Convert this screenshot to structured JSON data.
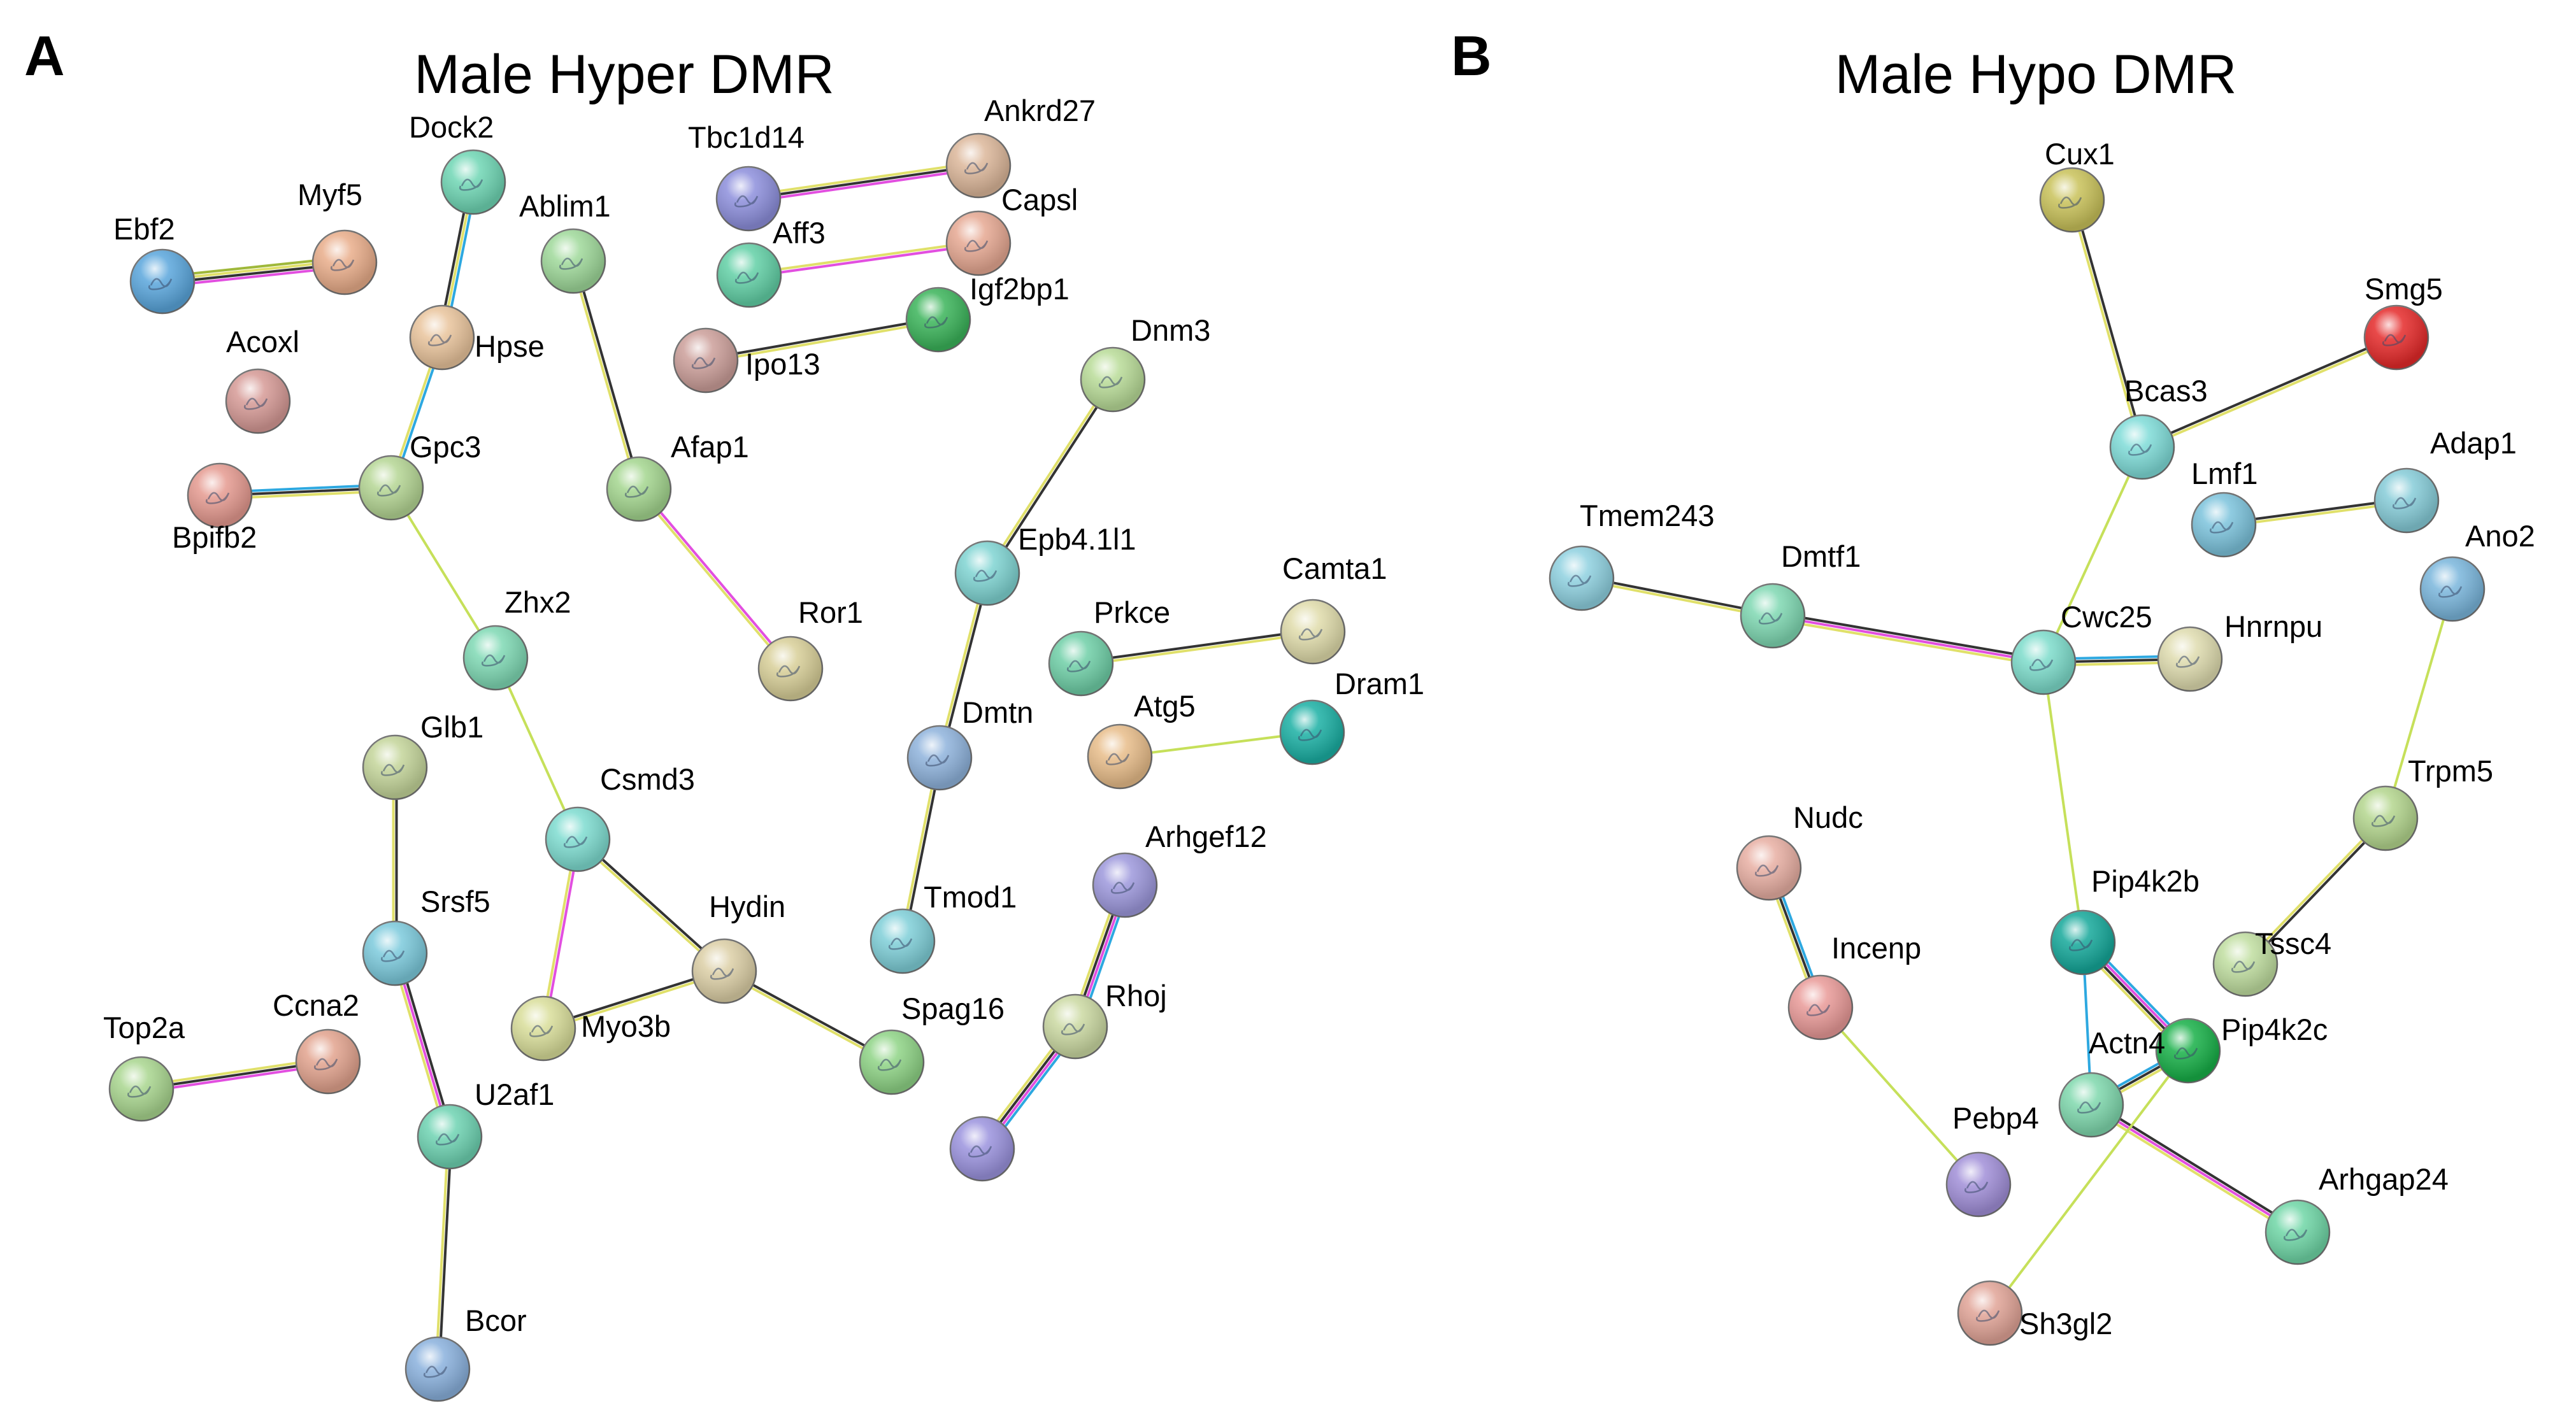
{
  "panels": [
    {
      "id": "A",
      "letter": "A",
      "title": "Male Hyper DMR",
      "nodes": [
        {
          "id": "ebf2",
          "label": "Ebf2",
          "color": "#5aa6dc"
        },
        {
          "id": "myf5",
          "label": "Myf5",
          "color": "#e9ad8a"
        },
        {
          "id": "dock2",
          "label": "Dock2",
          "color": "#6fd6b4"
        },
        {
          "id": "ablim1",
          "label": "Ablim1",
          "color": "#9fd99a"
        },
        {
          "id": "tbc1d14",
          "label": "Tbc1d14",
          "color": "#8d8fdc"
        },
        {
          "id": "ankrd27",
          "label": "Ankrd27",
          "color": "#dcb79a"
        },
        {
          "id": "capsl",
          "label": "Capsl",
          "color": "#e6a892"
        },
        {
          "id": "aff3",
          "label": "Aff3",
          "color": "#62d0a6"
        },
        {
          "id": "igf2bp1",
          "label": "Igf2bp1",
          "color": "#3bb45a"
        },
        {
          "id": "ipo13",
          "label": "Ipo13",
          "color": "#cc9f9a"
        },
        {
          "id": "acoxl",
          "label": "Acoxl",
          "color": "#d69a96"
        },
        {
          "id": "hpse",
          "label": "Hpse",
          "color": "#e9c49c"
        },
        {
          "id": "gpc3",
          "label": "Gpc3",
          "color": "#b5d694"
        },
        {
          "id": "bpifb2",
          "label": "Bpifb2",
          "color": "#e59a90"
        },
        {
          "id": "afap1",
          "label": "Afap1",
          "color": "#a4d68f"
        },
        {
          "id": "dnm3",
          "label": "Dnm3",
          "color": "#b9dc98"
        },
        {
          "id": "zhx2",
          "label": "Zhx2",
          "color": "#7fd9b4"
        },
        {
          "id": "ror1",
          "label": "Ror1",
          "color": "#d8cf98"
        },
        {
          "id": "epb41l1",
          "label": "Epb4.1l1",
          "color": "#7fd4d2"
        },
        {
          "id": "camta1",
          "label": "Camta1",
          "color": "#e0dcab"
        },
        {
          "id": "prkce",
          "label": "Prkce",
          "color": "#6fcfa7"
        },
        {
          "id": "dram1",
          "label": "Dram1",
          "color": "#1bb0a4"
        },
        {
          "id": "atg5",
          "label": "Atg5",
          "color": "#e8bd8a"
        },
        {
          "id": "dmtn",
          "label": "Dmtn",
          "color": "#8fb3dc"
        },
        {
          "id": "glb1",
          "label": "Glb1",
          "color": "#c4d59a"
        },
        {
          "id": "csmd3",
          "label": "Csmd3",
          "color": "#7edcd0"
        },
        {
          "id": "srsf5",
          "label": "Srsf5",
          "color": "#7ccadc"
        },
        {
          "id": "hydin",
          "label": "Hydin",
          "color": "#dccfa6"
        },
        {
          "id": "tmod1",
          "label": "Tmod1",
          "color": "#7fcfd8"
        },
        {
          "id": "arhgef12",
          "label": "Arhgef12",
          "color": "#9d98dc"
        },
        {
          "id": "myo3b",
          "label": "Myo3b",
          "color": "#d9de9a"
        },
        {
          "id": "spag16",
          "label": "Spag16",
          "color": "#8fd486"
        },
        {
          "id": "rhoj",
          "label": "Rhoj",
          "color": "#cbd9a2"
        },
        {
          "id": "unlabeled",
          "label": "",
          "color": "#9b93de"
        },
        {
          "id": "top2a",
          "label": "Top2a",
          "color": "#a9d68f"
        },
        {
          "id": "ccna2",
          "label": "Ccna2",
          "color": "#e2a38e"
        },
        {
          "id": "u2af1",
          "label": "U2af1",
          "color": "#6ed3b2"
        },
        {
          "id": "bcor",
          "label": "Bcor",
          "color": "#8ab1dd"
        }
      ],
      "edges": [
        {
          "from": "ebf2",
          "to": "myf5",
          "colors": [
            "#9fb83a",
            "#e0e06a",
            "#333333",
            "#e24fe0"
          ]
        },
        {
          "from": "dock2",
          "to": "hpse",
          "colors": [
            "#2da8e0",
            "#e0e06a",
            "#333333"
          ]
        },
        {
          "from": "hpse",
          "to": "gpc3",
          "colors": [
            "#2da8e0",
            "#e0e06a"
          ]
        },
        {
          "from": "bpifb2",
          "to": "gpc3",
          "colors": [
            "#2da8e0",
            "#333333",
            "#e0e06a"
          ]
        },
        {
          "from": "gpc3",
          "to": "zhx2",
          "colors": [
            "#c6e05a"
          ]
        },
        {
          "from": "zhx2",
          "to": "csmd3",
          "colors": [
            "#c6e05a"
          ]
        },
        {
          "from": "ablim1",
          "to": "afap1",
          "colors": [
            "#333333",
            "#e0e06a"
          ]
        },
        {
          "from": "afap1",
          "to": "ror1",
          "colors": [
            "#e24fe0",
            "#e0e06a"
          ]
        },
        {
          "from": "tbc1d14",
          "to": "ankrd27",
          "colors": [
            "#e0e06a",
            "#333333",
            "#e24fe0"
          ]
        },
        {
          "from": "aff3",
          "to": "capsl",
          "colors": [
            "#e0e06a",
            "#e24fe0"
          ]
        },
        {
          "from": "ipo13",
          "to": "igf2bp1",
          "colors": [
            "#333333",
            "#e0e06a"
          ]
        },
        {
          "from": "dnm3",
          "to": "epb41l1",
          "colors": [
            "#333333",
            "#e0e06a"
          ]
        },
        {
          "from": "epb41l1",
          "to": "dmtn",
          "colors": [
            "#333333",
            "#e0e06a"
          ]
        },
        {
          "from": "dmtn",
          "to": "tmod1",
          "colors": [
            "#333333",
            "#e0e06a"
          ]
        },
        {
          "from": "prkce",
          "to": "camta1",
          "colors": [
            "#333333",
            "#e0e06a"
          ]
        },
        {
          "from": "atg5",
          "to": "dram1",
          "colors": [
            "#c6e05a"
          ]
        },
        {
          "from": "glb1",
          "to": "srsf5",
          "colors": [
            "#333333",
            "#e0e06a"
          ]
        },
        {
          "from": "srsf5",
          "to": "u2af1",
          "colors": [
            "#333333",
            "#e24fe0",
            "#e0e06a"
          ]
        },
        {
          "from": "u2af1",
          "to": "bcor",
          "colors": [
            "#333333",
            "#e0e06a"
          ]
        },
        {
          "from": "top2a",
          "to": "ccna2",
          "colors": [
            "#e0e06a",
            "#333333",
            "#e24fe0"
          ]
        },
        {
          "from": "csmd3",
          "to": "hydin",
          "colors": [
            "#333333",
            "#e0e06a"
          ]
        },
        {
          "from": "csmd3",
          "to": "myo3b",
          "colors": [
            "#e24fe0",
            "#e0e06a"
          ]
        },
        {
          "from": "hydin",
          "to": "myo3b",
          "colors": [
            "#e0e06a",
            "#333333"
          ]
        },
        {
          "from": "hydin",
          "to": "spag16",
          "colors": [
            "#333333",
            "#e0e06a"
          ]
        },
        {
          "from": "arhgef12",
          "to": "rhoj",
          "colors": [
            "#2da8e0",
            "#e24fe0",
            "#333333",
            "#e0e06a"
          ]
        },
        {
          "from": "rhoj",
          "to": "unlabeled",
          "colors": [
            "#2da8e0",
            "#e24fe0",
            "#333333",
            "#e0e06a"
          ]
        }
      ]
    },
    {
      "id": "B",
      "letter": "B",
      "title": "Male Hypo DMR",
      "nodes": [
        {
          "id": "cux1",
          "label": "Cux1",
          "color": "#c9c25a"
        },
        {
          "id": "smg5",
          "label": "Smg5",
          "color": "#e52a2a"
        },
        {
          "id": "bcas3",
          "label": "Bcas3",
          "color": "#7fdcd8"
        },
        {
          "id": "adap1",
          "label": "Adap1",
          "color": "#86ccd8"
        },
        {
          "id": "lmf1",
          "label": "Lmf1",
          "color": "#7cc3dc"
        },
        {
          "id": "tmem243",
          "label": "Tmem243",
          "color": "#8fd1e0"
        },
        {
          "id": "ano2",
          "label": "Ano2",
          "color": "#7ab6dc"
        },
        {
          "id": "dmtf1",
          "label": "Dmtf1",
          "color": "#7fd8b2"
        },
        {
          "id": "cwc25",
          "label": "Cwc25",
          "color": "#7ddccb"
        },
        {
          "id": "hnrnpu",
          "label": "Hnrnpu",
          "color": "#dfdcaf"
        },
        {
          "id": "trpm5",
          "label": "Trpm5",
          "color": "#b4d68e"
        },
        {
          "id": "nudc",
          "label": "Nudc",
          "color": "#e8afa3"
        },
        {
          "id": "pip4k2b",
          "label": "Pip4k2b",
          "color": "#15a89a"
        },
        {
          "id": "tssc4",
          "label": "Tssc4",
          "color": "#c0dea0"
        },
        {
          "id": "incenp",
          "label": "Incenp",
          "color": "#e99a98"
        },
        {
          "id": "pip4k2c",
          "label": "Pip4k2c",
          "color": "#18b048"
        },
        {
          "id": "actn4",
          "label": "Actn4",
          "color": "#7fd8ad"
        },
        {
          "id": "pebp4",
          "label": "Pebp4",
          "color": "#a18fd8"
        },
        {
          "id": "arhgap24",
          "label": "Arhgap24",
          "color": "#6fd6a6"
        },
        {
          "id": "sh3gl2",
          "label": "Sh3gl2",
          "color": "#e1a497"
        }
      ],
      "edges": [
        {
          "from": "cux1",
          "to": "bcas3",
          "colors": [
            "#333333",
            "#e0e06a"
          ]
        },
        {
          "from": "bcas3",
          "to": "smg5",
          "colors": [
            "#333333",
            "#e0e06a"
          ]
        },
        {
          "from": "bcas3",
          "to": "cwc25",
          "colors": [
            "#c6e05a"
          ]
        },
        {
          "from": "tmem243",
          "to": "dmtf1",
          "colors": [
            "#333333",
            "#e0e06a"
          ]
        },
        {
          "from": "dmtf1",
          "to": "cwc25",
          "colors": [
            "#333333",
            "#e24fe0",
            "#e0e06a"
          ]
        },
        {
          "from": "cwc25",
          "to": "hnrnpu",
          "colors": [
            "#2da8e0",
            "#333333",
            "#e0e06a"
          ]
        },
        {
          "from": "cwc25",
          "to": "pip4k2b",
          "colors": [
            "#c6e05a"
          ]
        },
        {
          "from": "lmf1",
          "to": "adap1",
          "colors": [
            "#333333",
            "#e0e06a"
          ]
        },
        {
          "from": "ano2",
          "to": "trpm5",
          "colors": [
            "#c6e05a"
          ]
        },
        {
          "from": "trpm5",
          "to": "tssc4",
          "colors": [
            "#333333",
            "#e0e06a"
          ]
        },
        {
          "from": "nudc",
          "to": "incenp",
          "colors": [
            "#2da8e0",
            "#333333",
            "#e0e06a"
          ]
        },
        {
          "from": "incenp",
          "to": "pebp4",
          "colors": [
            "#c6e05a"
          ]
        },
        {
          "from": "pip4k2b",
          "to": "pip4k2c",
          "colors": [
            "#2da8e0",
            "#e24fe0",
            "#333333",
            "#e0e06a"
          ]
        },
        {
          "from": "pip4k2b",
          "to": "actn4",
          "colors": [
            "#2da8e0"
          ]
        },
        {
          "from": "actn4",
          "to": "pip4k2c",
          "colors": [
            "#2da8e0",
            "#333333",
            "#e0e06a"
          ]
        },
        {
          "from": "actn4",
          "to": "arhgap24",
          "colors": [
            "#333333",
            "#e24fe0",
            "#e0e06a"
          ]
        },
        {
          "from": "pip4k2c",
          "to": "sh3gl2",
          "colors": [
            "#c6e05a"
          ]
        }
      ]
    }
  ]
}
